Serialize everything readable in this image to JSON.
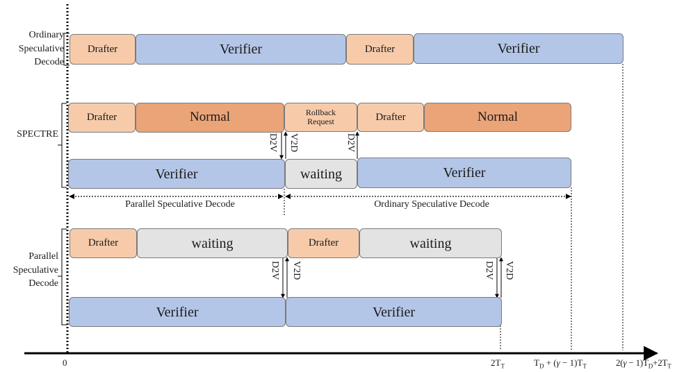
{
  "rows": {
    "ordinary": [
      "Ordinary",
      "Speculative",
      "Decode"
    ],
    "spectre": "SPECTRE",
    "parallel": [
      "Parallel",
      "Speculative",
      "Decode"
    ]
  },
  "ordinary_blocks": {
    "drafter_1": "Drafter",
    "verifier_1": "Verifier",
    "drafter_2": "Drafter",
    "verifier_2": "Verifier"
  },
  "spectre_blocks": {
    "drafter_1": "Drafter",
    "normal_1": "Normal",
    "rollback": [
      "Rollback",
      "Request"
    ],
    "drafter_2": "Drafter",
    "normal_2": "Normal",
    "verifier_1": "Verifier",
    "waiting": "waiting",
    "verifier_2": "Verifier"
  },
  "parallel_blocks": {
    "drafter_1": "Drafter",
    "waiting_1": "waiting",
    "drafter_2": "Drafter",
    "waiting_2": "waiting",
    "verifier_1": "Verifier",
    "verifier_2": "Verifier"
  },
  "signals": {
    "d2v": "D2V",
    "v2d": "V2D"
  },
  "segments": {
    "parallel": "Parallel Speculative Decode",
    "ordinary": "Ordinary Speculative Decode"
  },
  "axis": {
    "origin": "0",
    "tick_1": {
      "base": "2T",
      "sub": "T"
    },
    "tick_2": {
      "p1": "T",
      "s1": "D",
      "p2": " + (",
      "g": "γ",
      "p3": " − 1)T",
      "s2": "T"
    },
    "tick_3": {
      "p1": "2(",
      "g": "γ",
      "p2": " − 1)T",
      "s1": "D",
      "p3": "+2T",
      "s2": "T"
    }
  },
  "colors": {
    "drafter": "#f7cbaa",
    "normal": "#eaa477",
    "verifier": "#b4c6e7",
    "waiting": "#e3e3e3"
  }
}
